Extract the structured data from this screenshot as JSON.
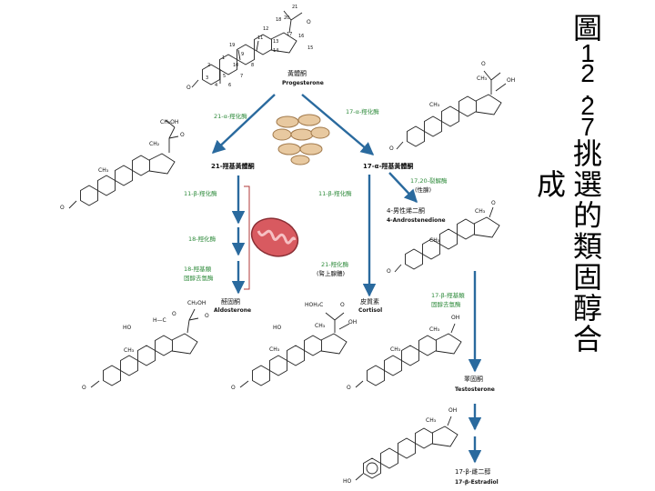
{
  "title": {
    "line1": [
      "圖",
      "1",
      "2",
      ".",
      "2",
      "7",
      "挑",
      "選",
      "的",
      "類",
      "固",
      "醇",
      "合"
    ],
    "line2": "成"
  },
  "ring_numbers": [
    "21",
    "20",
    "18",
    "12",
    "17",
    "11",
    "13",
    "16",
    "19",
    "14",
    "15",
    "1",
    "9",
    "2",
    "10",
    "8",
    "3",
    "5",
    "7",
    "4",
    "6"
  ],
  "compounds": {
    "progesterone": {
      "cn": "黃體酮",
      "en": "Progesterone"
    },
    "hydroxyprogesterone_21": {
      "cn": "21-羥基黃體酮"
    },
    "hydroxyprogesterone_17": {
      "cn": "17-α-羥基黃體酮"
    },
    "androstenedione": {
      "cn": "4-男性烯二酮",
      "en": "4-Androstenedione"
    },
    "aldosterone": {
      "cn": "醛固酮",
      "en": "Aldosterone"
    },
    "cortisol": {
      "cn": "皮質素",
      "en": "Cortisol"
    },
    "testosterone": {
      "cn": "睪固酮",
      "en": "Testosterone"
    },
    "estradiol": {
      "cn": "17-β-雌二醇",
      "en": "17-β-Estradiol"
    }
  },
  "enzymes": {
    "e21a": "21-α-羥化酶",
    "e17a": "17-α-羥化酶",
    "e1720_l1": "17,20-裂解酶",
    "e1720_l2": "(性腺)",
    "e11b_left": "11-β-羥化酶",
    "e11b_mid": "11-β-羥化酶",
    "e18": "18-羥化酶",
    "e18dh_l1": "18-羥基類",
    "e18dh_l2": "固醇去氫酶",
    "e21_l1": "21-羥化酶",
    "e21_l2": "(腎上腺體)",
    "e17b_l1": "17-β-羥基類",
    "e17b_l2": "固醇去氫酶"
  },
  "atoms": {
    "o": "O",
    "ho": "HO",
    "oh": "OH",
    "ch3": "CH₃",
    "ch2oh": "CH₂OH",
    "ch2": "CH₂",
    "hoh2c": "HOH₂C",
    "hc": "H—C"
  },
  "colors": {
    "arrow": "#2a6a9e",
    "enzyme_text": "#2d8a3a",
    "bracket": "#b03a3a",
    "mito": "#c0474f"
  }
}
